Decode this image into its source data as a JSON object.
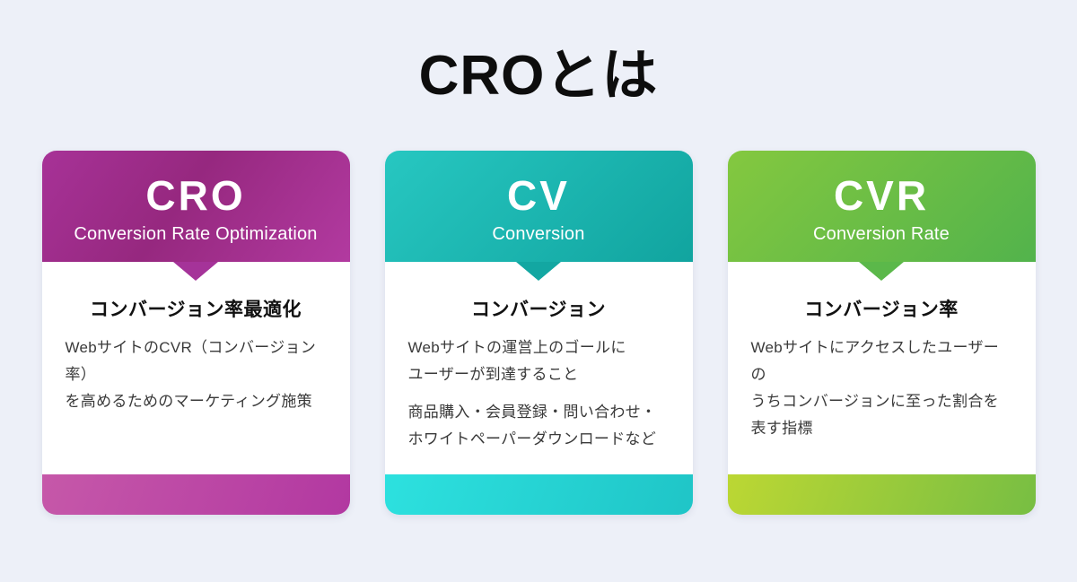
{
  "page": {
    "title": "CROとは",
    "background_color": "#edf0f8"
  },
  "cards": [
    {
      "acronym": "CRO",
      "subtitle": "Conversion Rate Optimization",
      "heading": "コンバージョン率最適化",
      "paragraphs": [
        "WebサイトのCVR（コンバージョン率）\nを高めるためのマーケティング施策"
      ],
      "colors": {
        "header_gradient": [
          "#a73297",
          "#96287f",
          "#b23aa0"
        ],
        "footer_gradient": [
          "#c658a9",
          "#b238a1"
        ],
        "arrow": "#a53399"
      }
    },
    {
      "acronym": "CV",
      "subtitle": "Conversion",
      "heading": "コンバージョン",
      "paragraphs": [
        "Webサイトの運営上のゴールに\nユーザーが到達すること",
        "商品購入・会員登録・問い合わせ・\nホワイトペーパーダウンロードなど"
      ],
      "colors": {
        "header_gradient": [
          "#27c7c1",
          "#11a49f"
        ],
        "footer_gradient": [
          "#2de1df",
          "#1fc5c7"
        ],
        "arrow": "#13a7a2"
      }
    },
    {
      "acronym": "CVR",
      "subtitle": "Conversion Rate",
      "heading": "コンバージョン率",
      "paragraphs": [
        "Webサイトにアクセスしたユーザーの\nうちコンバージョンに至った割合を\n表す指標"
      ],
      "colors": {
        "header_gradient": [
          "#84c83f",
          "#52b34c"
        ],
        "footer_gradient": [
          "#bcd733",
          "#77be43"
        ],
        "arrow": "#5bb84a"
      }
    }
  ]
}
